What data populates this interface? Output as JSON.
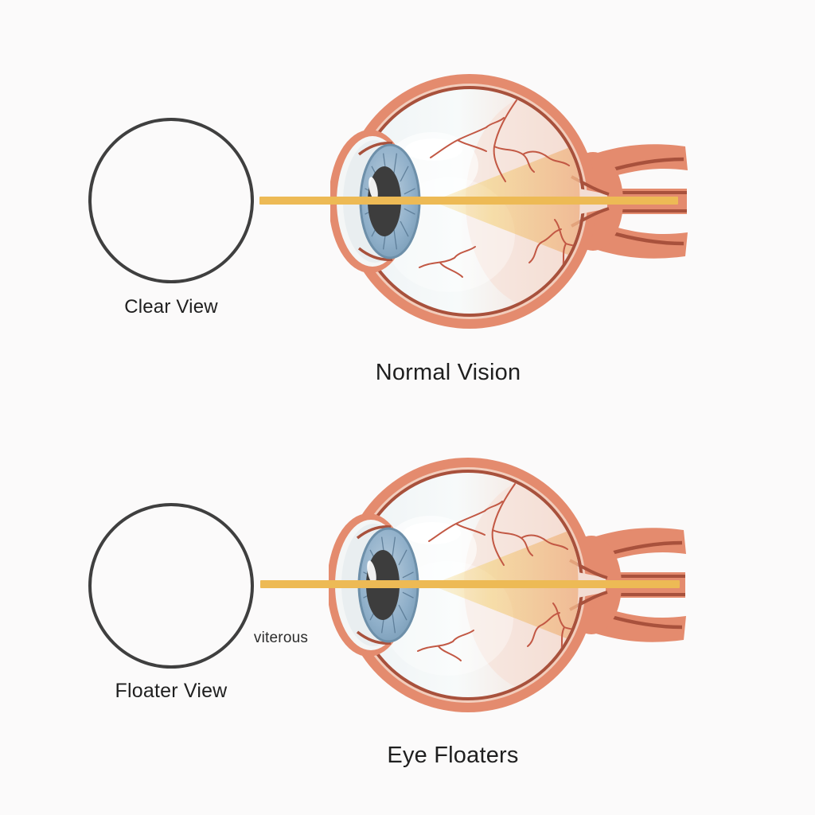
{
  "background": "#fbfafa",
  "colors": {
    "background": "#fbfafa",
    "sclera": "#e48b6e",
    "sclera_dark": "#a8513c",
    "choroid": "#f2cdbc",
    "iris": "#8fafc9",
    "iris_rim": "#6d8fa9",
    "iris_lines": "#54748f",
    "pupil": "#3d3d3d",
    "ray": "#edba55",
    "vessel": "#c25844",
    "circle_outline": "#3f3f3f",
    "text": "#1f1f1f"
  },
  "sections": {
    "normal": {
      "view_label": "Clear View",
      "title": "Normal Vision"
    },
    "floaters": {
      "view_label": "Floater View",
      "title": "Eye Floaters",
      "annotation": "viterous"
    }
  }
}
